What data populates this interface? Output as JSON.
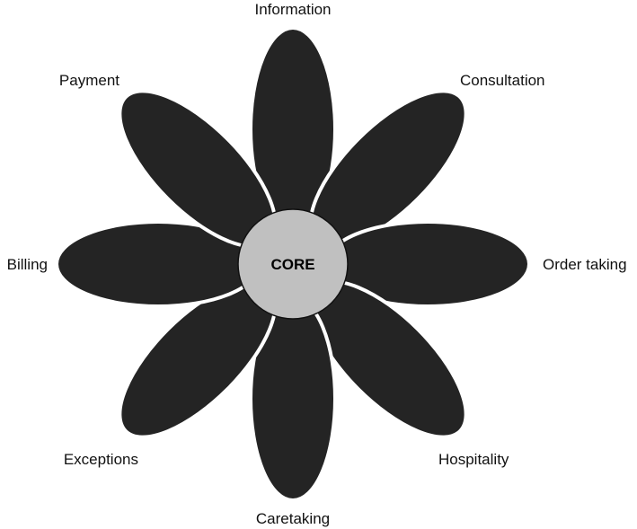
{
  "diagram": {
    "type": "petal-diagram",
    "center": {
      "label": "CORE",
      "color": "#c0c0c0"
    },
    "petal_color": "#242424",
    "petals": [
      {
        "label": "Information"
      },
      {
        "label": "Consultation"
      },
      {
        "label": "Order taking"
      },
      {
        "label": "Hospitality"
      },
      {
        "label": "Caretaking"
      },
      {
        "label": "Exceptions"
      },
      {
        "label": "Billing"
      },
      {
        "label": "Payment"
      }
    ]
  }
}
